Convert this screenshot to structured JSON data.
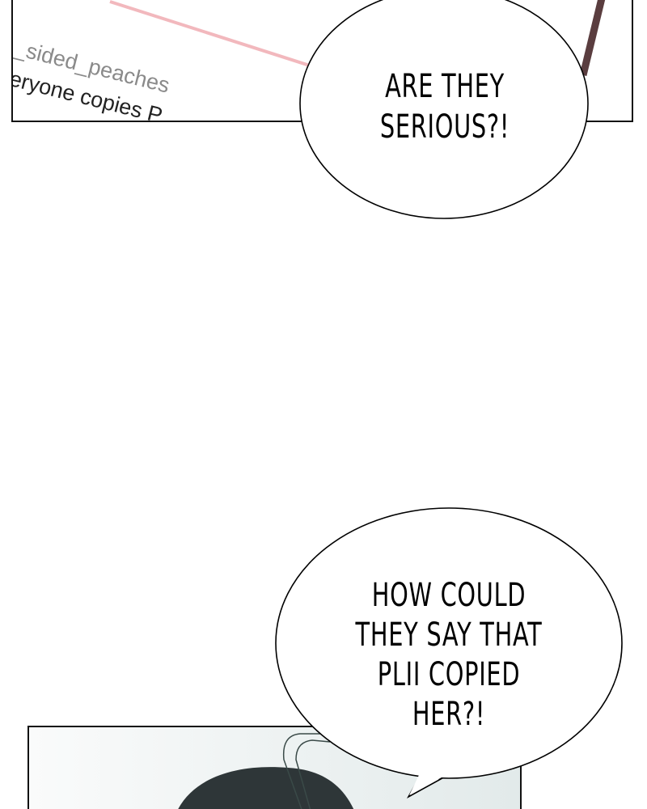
{
  "panel_top": {
    "username": "_sided_peaches",
    "comment": "eryone copies P"
  },
  "bubble_1": {
    "lines": [
      "ARE THEY",
      "SERIOUS?!"
    ]
  },
  "bubble_2": {
    "lines": [
      "HOW COULD",
      "THEY SAY THAT",
      "PLII COPIED",
      "HER?!"
    ]
  },
  "colors": {
    "pink_line": "#f2b8bd",
    "brown_stroke": "#5a3d3f",
    "hair": "#2e3638",
    "panel_bg": "#e9eeee"
  }
}
